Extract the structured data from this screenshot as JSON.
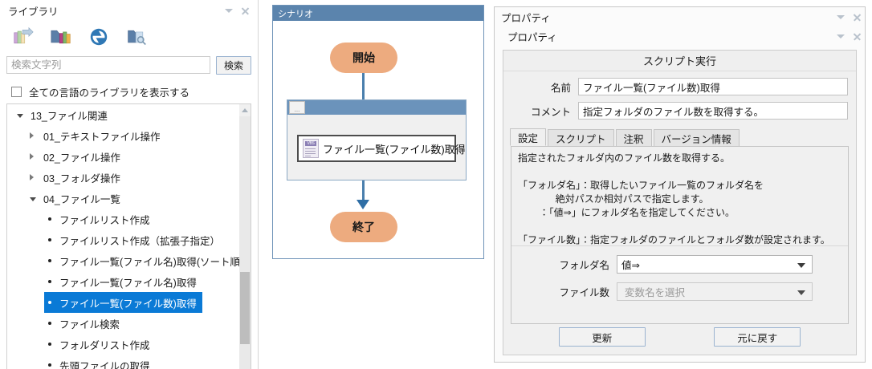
{
  "library": {
    "title": "ライブラリ",
    "toolbar": [
      {
        "name": "library-import-icon",
        "label": "ライブラリ取込"
      },
      {
        "name": "library-export-icon",
        "label": "ライブラリ出力"
      },
      {
        "name": "library-refresh-icon",
        "label": "更新"
      },
      {
        "name": "library-folder-search-icon",
        "label": "フォルダ検索"
      }
    ],
    "search": {
      "placeholder": "検索文字列",
      "value": "",
      "button_label": "検索"
    },
    "checkbox": {
      "label": "全ての言語のライブラリを表示する",
      "checked": false
    },
    "tree": [
      {
        "label": "13_ファイル関連",
        "level": 0,
        "marker": "expanded",
        "selected": false
      },
      {
        "label": "01_テキストファイル操作",
        "level": 1,
        "marker": "collapsed",
        "selected": false
      },
      {
        "label": "02_ファイル操作",
        "level": 1,
        "marker": "collapsed",
        "selected": false
      },
      {
        "label": "03_フォルダ操作",
        "level": 1,
        "marker": "collapsed",
        "selected": false
      },
      {
        "label": "04_ファイル一覧",
        "level": 1,
        "marker": "expanded",
        "selected": false
      },
      {
        "label": "ファイルリスト作成",
        "level": 2,
        "marker": "leaf",
        "selected": false
      },
      {
        "label": "ファイルリスト作成（拡張子指定）",
        "level": 2,
        "marker": "leaf",
        "selected": false
      },
      {
        "label": "ファイル一覧(ファイル名)取得(ソート順あり)",
        "level": 2,
        "marker": "leaf",
        "selected": false
      },
      {
        "label": "ファイル一覧(ファイル名)取得",
        "level": 2,
        "marker": "leaf",
        "selected": false
      },
      {
        "label": "ファイル一覧(ファイル数)取得",
        "level": 2,
        "marker": "leaf",
        "selected": true
      },
      {
        "label": "ファイル検索",
        "level": 2,
        "marker": "leaf",
        "selected": false
      },
      {
        "label": "フォルダリスト作成",
        "level": 2,
        "marker": "leaf",
        "selected": false
      },
      {
        "label": "先頭ファイルの取得",
        "level": 2,
        "marker": "leaf",
        "selected": false
      }
    ]
  },
  "scenario": {
    "title": "シナリオ",
    "start_label": "開始",
    "end_label": "終了",
    "script_node_label": "ファイル一覧(ファイル数)取得",
    "script_icon_text": "VBS"
  },
  "properties": {
    "outer_title": "プロパティ",
    "inner_title": "プロパティ",
    "heading": "スクリプト実行",
    "fields": [
      {
        "label": "名前",
        "value": "ファイル一覧(ファイル数)取得"
      },
      {
        "label": "コメント",
        "value": "指定フォルダのファイル数を取得する。"
      }
    ],
    "tabs": [
      {
        "label": "設定",
        "active": true
      },
      {
        "label": "スクリプト",
        "active": false
      },
      {
        "label": "注釈",
        "active": false
      },
      {
        "label": "バージョン情報",
        "active": false
      }
    ],
    "description": "指定されたフォルダ内のファイル数を取得する。\n\n「フォルダ名」：取得したいファイル一覧のフォルダ名を\n              絶対パスか相対パスで指定します。\n        ：「値⇒」にフォルダ名を指定してください。\n\n「ファイル数」：指定フォルダのファイルとフォルダ数が設定されます。",
    "combos": [
      {
        "label": "フォルダ名",
        "value": "値⇒",
        "is_placeholder": false,
        "disabled": false
      },
      {
        "label": "ファイル数",
        "value": "変数名を選択",
        "is_placeholder": true,
        "disabled": true
      }
    ],
    "buttons": [
      {
        "label": "更新",
        "name": "update-button"
      },
      {
        "label": "元に戻す",
        "name": "revert-button"
      }
    ]
  },
  "colors": {
    "selection_blue": "#0a7ad6",
    "scenario_header": "#5b84ad",
    "group_header": "#6b93bb",
    "terminal_node": "#edab7f",
    "connector": "#4a7fad"
  }
}
